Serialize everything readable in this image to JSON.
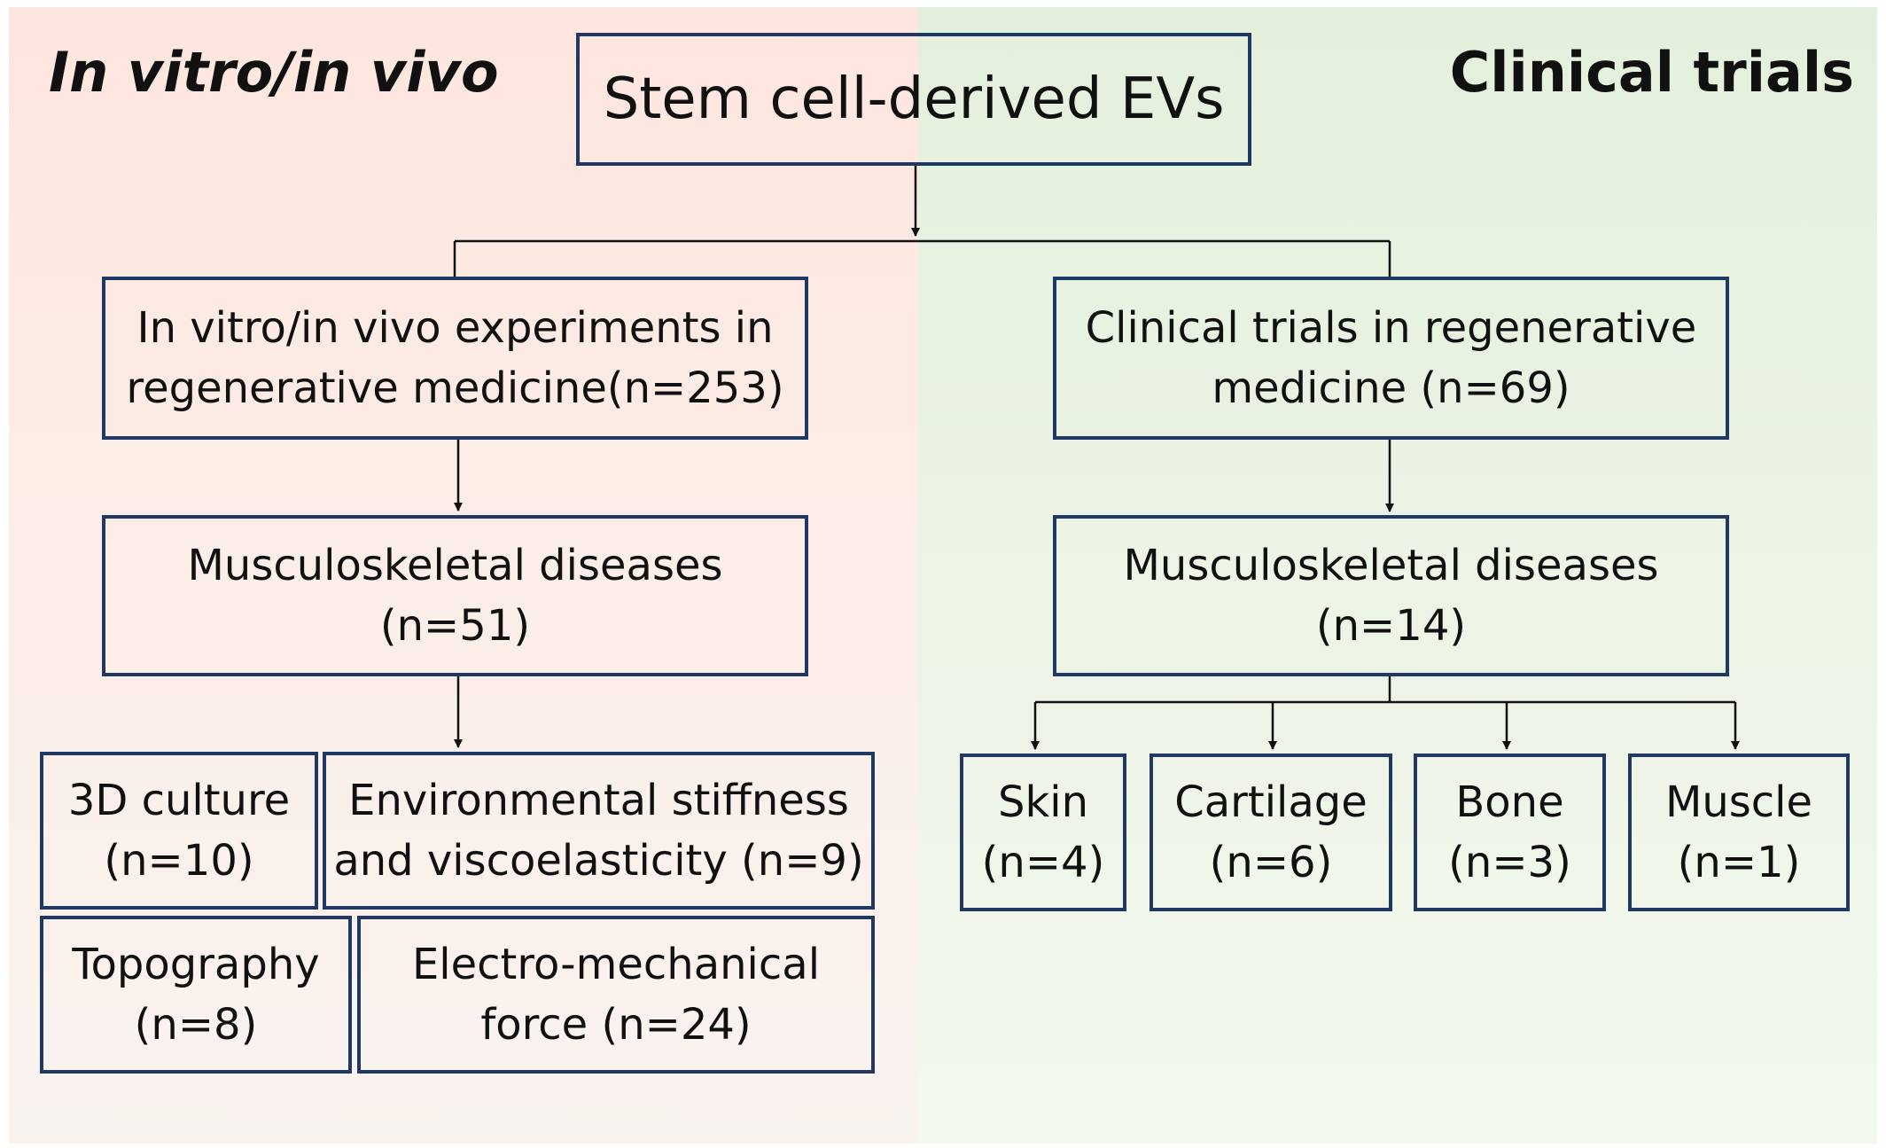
{
  "headings": {
    "left": "In vitro/in vivo",
    "right": "Clinical trials"
  },
  "root": "Stem cell-derived EVs",
  "left_branch": {
    "experiments": "In vitro/in vivo experiments in\nregenerative medicine(n=253)",
    "musculoskeletal": "Musculoskeletal diseases\n(n=51)",
    "categories": [
      "3D culture\n(n=10)",
      "Environmental stiffness\nand viscoelasticity (n=9)",
      "Topography\n(n=8)",
      "Electro-mechanical\nforce (n=24)"
    ]
  },
  "right_branch": {
    "trials": "Clinical trials in regenerative\nmedicine (n=69)",
    "musculoskeletal": "Musculoskeletal diseases\n(n=14)",
    "tissues": [
      "Skin\n(n=4)",
      "Cartilage\n(n=6)",
      "Bone\n(n=3)",
      "Muscle\n(n=1)"
    ]
  },
  "colors": {
    "box_border": "#1f3864",
    "left_panel": "#fde6de",
    "right_panel": "#e4f0dc",
    "connector": "#111111"
  }
}
